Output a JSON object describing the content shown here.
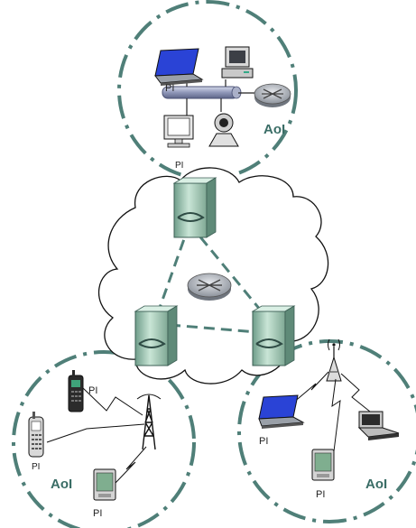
{
  "colors": {
    "area_ring": "#4f7f78",
    "label": "#222222",
    "aoi_label": "#3a6d66",
    "server": "#9fc9b4",
    "router": "#b7bcc4",
    "laptop_screen": "#2a43d6"
  },
  "areas": {
    "top": {
      "aoi_label": "AoI",
      "pi_laptop": "PI",
      "pi_monitor": "PI"
    },
    "bottom_left": {
      "aoi_label": "AoI",
      "pi_phone": "PI",
      "pi_cellphone": "PI",
      "pi_pda": "PI"
    },
    "bottom_right": {
      "aoi_label": "AoI",
      "pi_laptop": "PI",
      "pi_pda": "PI"
    }
  },
  "icons": [
    "laptop-icon",
    "desktop-computer-icon",
    "network-bus-icon",
    "router-icon",
    "monitor-icon",
    "webcam-icon",
    "server-icon",
    "cell-tower-icon",
    "mobile-phone-icon",
    "pda-icon",
    "wireless-antenna-icon",
    "notebook-icon"
  ]
}
